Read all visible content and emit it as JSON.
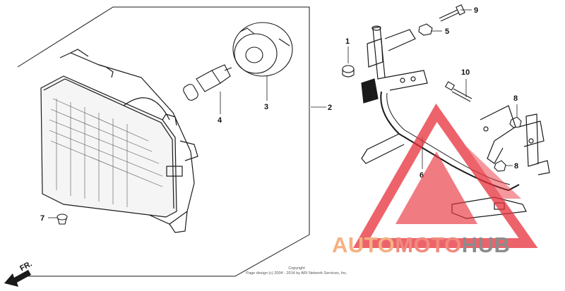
{
  "callouts": {
    "c1": "1",
    "c2": "2",
    "c3": "3",
    "c4": "4",
    "c5": "5",
    "c6": "6",
    "c7": "7",
    "c8a": "8",
    "c8b": "8",
    "c9": "9",
    "c10": "10"
  },
  "direction": "FR.",
  "watermark": {
    "part1": "AUTO",
    "part2": "MOTO",
    "part3": "HUB"
  },
  "copyright": {
    "line1": "Copyright",
    "line2": "Page design (c) 2004 - 2014 by ARI Network Services, Inc."
  },
  "colors": {
    "line": "#1a1a1a",
    "watermark_red": "#e8303a",
    "watermark_orange": "#f4b183",
    "watermark_gray": "#8c8c8c"
  }
}
